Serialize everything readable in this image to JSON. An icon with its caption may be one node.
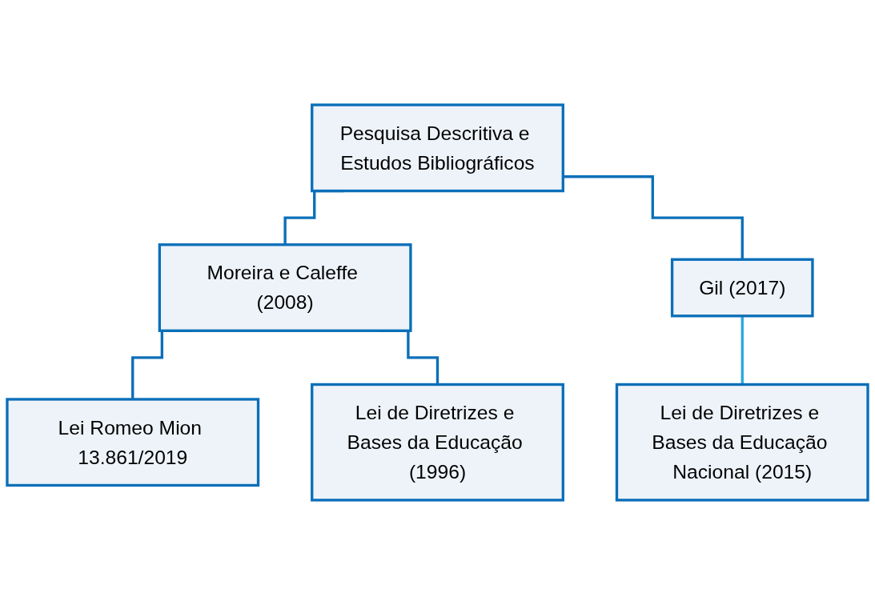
{
  "diagram": {
    "nodes": [
      {
        "text": [
          "Pesquisa Descritiva e Estudos Bibliográficos"
        ]
      },
      {
        "text": [
          "Moreira e Caleffe (2008)"
        ]
      },
      {
        "text": [
          "Gil (2017)"
        ]
      },
      {
        "text": [
          "Lei Romeo Mion 13.861/2019"
        ]
      },
      {
        "text": [
          "Lei de Diretrizes e Bases da Educação (1996)"
        ]
      },
      {
        "text": [
          "Lei de Diretrizes e Bases da Educação Nacional (2015)"
        ]
      }
    ],
    "edges": [
      {
        "from": 0,
        "to": 1,
        "arrow": "none"
      },
      {
        "from": 0,
        "to": 2,
        "arrow": "none"
      },
      {
        "from": 1,
        "to": 3,
        "arrow": "none"
      },
      {
        "from": 1,
        "to": 4,
        "arrow": "none"
      },
      {
        "from": 2,
        "to": 5,
        "arrow": "none",
        "color": "#29a8e0"
      }
    ]
  }
}
